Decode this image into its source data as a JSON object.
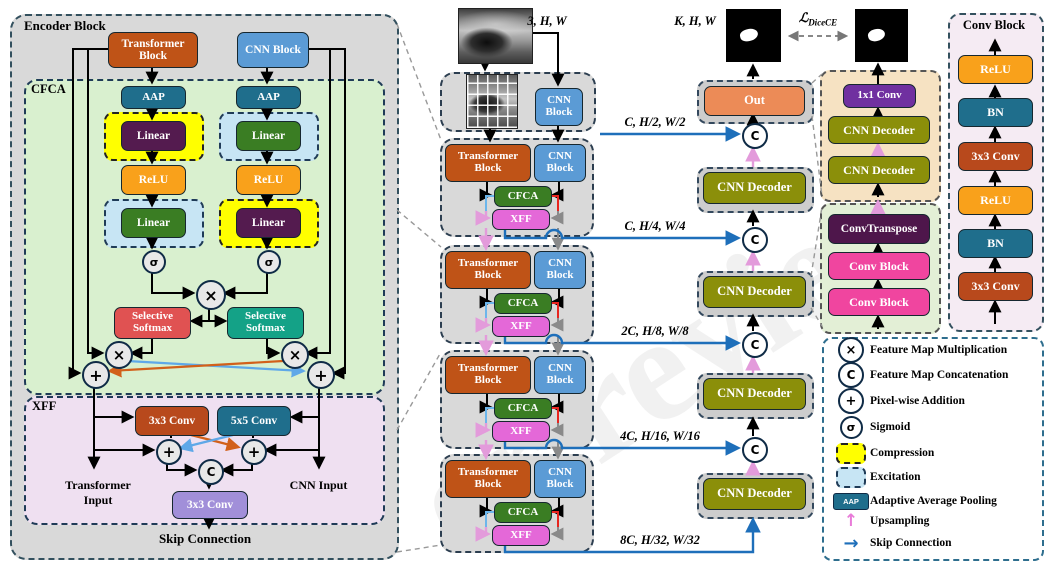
{
  "watermark": "er review",
  "encoder_panel": {
    "title": "Encoder Block",
    "transformer_block": "Transformer Block",
    "cnn_block": "CNN Block",
    "cfca": {
      "title": "CFCA",
      "aap": "AAP",
      "linear": "Linear",
      "relu": "ReLU",
      "sigmoid": "σ",
      "multiply": "×",
      "add": "+",
      "selective_softmax": "Selective Softmax"
    },
    "xff": {
      "title": "XFF",
      "conv3x3": "3x3 Conv",
      "conv5x5": "5x5 Conv",
      "concat": "C",
      "fuse_conv": "3x3 Conv",
      "transformer_input": "Transformer Input",
      "cnn_input": "CNN Input"
    },
    "skip_connection": "Skip Connection"
  },
  "pipeline": {
    "input_dims": "3, H, W",
    "output_dims": "K, H, W",
    "loss_symbol": "ℒ",
    "loss_subscript": "DiceCE",
    "stem_cnn": "CNN Block",
    "stem_skip_dims": "C, H/2, W/2",
    "concat": "C",
    "out_label": "Out",
    "decoder_label": "CNN Decoder",
    "stages": [
      {
        "transformer": "Transformer Block",
        "cnn": "CNN Block",
        "cfca": "CFCA",
        "xff": "XFF",
        "skip_dims": "C, H/4, W/4"
      },
      {
        "transformer": "Transformer Block",
        "cnn": "CNN Block",
        "cfca": "CFCA",
        "xff": "XFF",
        "skip_dims": "2C, H/8, W/8"
      },
      {
        "transformer": "Transformer Block",
        "cnn": "CNN Block",
        "cfca": "CFCA",
        "xff": "XFF",
        "skip_dims": "4C, H/16, W/16"
      },
      {
        "transformer": "Transformer Block",
        "cnn": "CNN Block",
        "cfca": "CFCA",
        "xff": "XFF",
        "skip_dims": "8C, H/32, W/32"
      }
    ]
  },
  "out_detail": {
    "conv1x1": "1x1 Conv",
    "decoder_a": "CNN Decoder",
    "decoder_b": "CNN Decoder"
  },
  "decoder_detail": {
    "convtranspose": "ConvTranspose",
    "conv_block_a": "Conv Block",
    "conv_block_b": "Conv Block"
  },
  "conv_block_panel": {
    "title": "Conv Block",
    "layers": [
      "ReLU",
      "BN",
      "3x3 Conv",
      "ReLU",
      "BN",
      "3x3 Conv"
    ]
  },
  "legend": {
    "items": [
      {
        "icon": "multiply-icon",
        "symbol": "×",
        "label": "Feature Map Multiplication"
      },
      {
        "icon": "concat-icon",
        "symbol": "C",
        "label": "Feature Map Concatenation"
      },
      {
        "icon": "add-icon",
        "symbol": "+",
        "label": "Pixel-wise Addition"
      },
      {
        "icon": "sigmoid-icon",
        "symbol": "σ",
        "label": "Sigmoid"
      },
      {
        "icon": "compression-icon",
        "symbol": "",
        "label": "Compression"
      },
      {
        "icon": "excitation-icon",
        "symbol": "",
        "label": "Excitation"
      },
      {
        "icon": "aap-icon",
        "symbol": "AAP",
        "label": "Adaptive Average Pooling"
      },
      {
        "icon": "upsampling-icon",
        "symbol": "↑",
        "label": "Upsampling"
      },
      {
        "icon": "skip-connection-icon",
        "symbol": "→",
        "label": "Skip Connection"
      }
    ]
  },
  "colors": {
    "transformer_orange": "#BF5317",
    "cnn_blue": "#5B9BD5",
    "teal": "#1F6E8C",
    "linear_purple": "#541B4F",
    "linear_green": "#3A7D23",
    "relu_orange": "#F9A11B",
    "softmax_red": "#E05252",
    "softmax_teal": "#14A287",
    "xff_pink": "#E468D8",
    "conv_rust": "#B8491C",
    "fuse_lavender": "#A18FD9",
    "out_orange": "#EC8B57",
    "decoder_olive": "#8B8F0A",
    "conv1x1_purple": "#7030A0",
    "convtranspose_plum": "#4E164B",
    "conv_block_pink": "#F0459F",
    "skip_blue": "#1E6FBA",
    "upsample_pink": "#E39BDB",
    "compression_yellow": "#FFFF00",
    "excitation_blue": "#C7E5F4"
  }
}
